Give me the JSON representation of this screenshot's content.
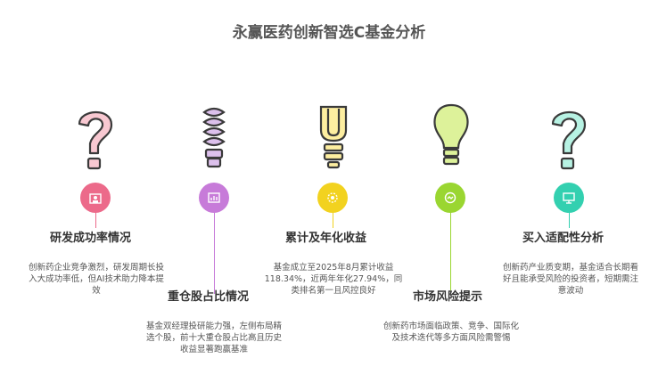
{
  "title": "永赢医药创新智选C基金分析",
  "items": [
    {
      "heading": "研发成功率情况",
      "text": "创新药企业竞争激烈，研发周期长投入大成功率低，但AI技术助力降本提效",
      "icon": "question-mark-icon",
      "color": "#ec6a8a"
    },
    {
      "heading": "重仓股占比情况",
      "text": "基金双经理投研能力强，左侧布局精选个股，前十大重仓股占比高且历史收益显著跑赢基准",
      "icon": "cfl-bulb-icon",
      "color": "#c77bd9"
    },
    {
      "heading": "累计及年化收益",
      "text": "基金成立至2025年8月累计收益118.34%，近两年年化27.94%，同类排名第一且风控良好",
      "icon": "bulb-base-icon",
      "color": "#f2d21f"
    },
    {
      "heading": "市场风险提示",
      "text": "创新药市场面临政策、竞争、国际化及技术迭代等多方面风险需警惕",
      "icon": "lightbulb-icon",
      "color": "#9ad631"
    },
    {
      "heading": "买入适配性分析",
      "text": "创新药产业质变期，基金适合长期看好且能承受风险的投资者，短期需注意波动",
      "icon": "question-mark-icon",
      "color": "#33d0b0"
    }
  ]
}
